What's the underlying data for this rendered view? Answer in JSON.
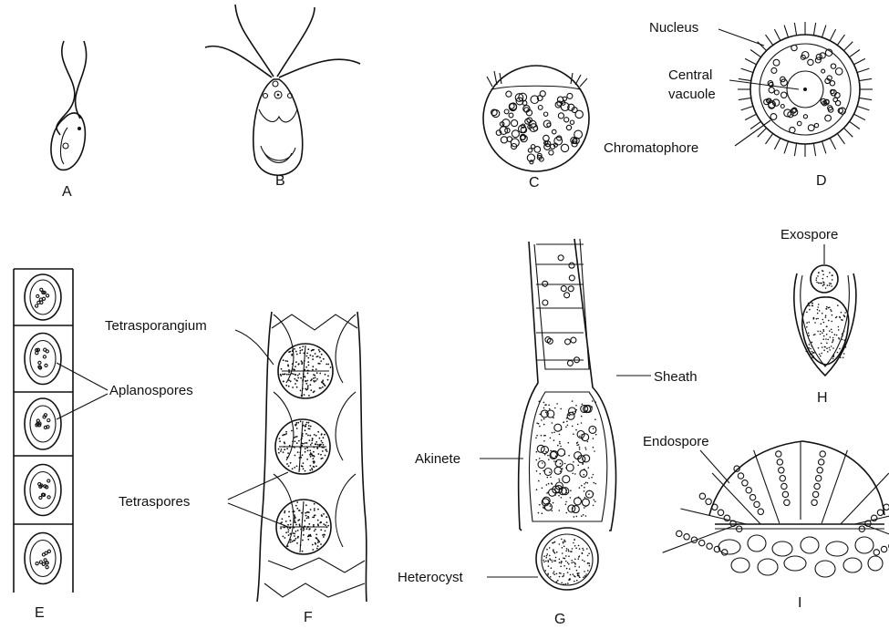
{
  "panels": {
    "A": {
      "letter": "A"
    },
    "B": {
      "letter": "B"
    },
    "C": {
      "letter": "C"
    },
    "D": {
      "letter": "D",
      "labels": {
        "nucleus": "Nucleus",
        "central_vacuole_1": "Central",
        "central_vacuole_2": "vacuole",
        "chromatophore": "Chromatophore"
      }
    },
    "E": {
      "letter": "E",
      "labels": {
        "aplanospores": "Aplanospores"
      }
    },
    "F": {
      "letter": "F",
      "labels": {
        "tetrasporangium": "Tetrasporangium",
        "tetraspores": "Tetraspores"
      }
    },
    "G": {
      "letter": "G",
      "labels": {
        "sheath": "Sheath",
        "akinete": "Akinete",
        "heterocyst": "Heterocyst"
      }
    },
    "H": {
      "letter": "H",
      "labels": {
        "exospore": "Exospore"
      }
    },
    "I": {
      "letter": "I",
      "labels": {
        "endospore": "Endospore"
      }
    }
  },
  "colors": {
    "ink": "#111111",
    "background": "#ffffff"
  }
}
